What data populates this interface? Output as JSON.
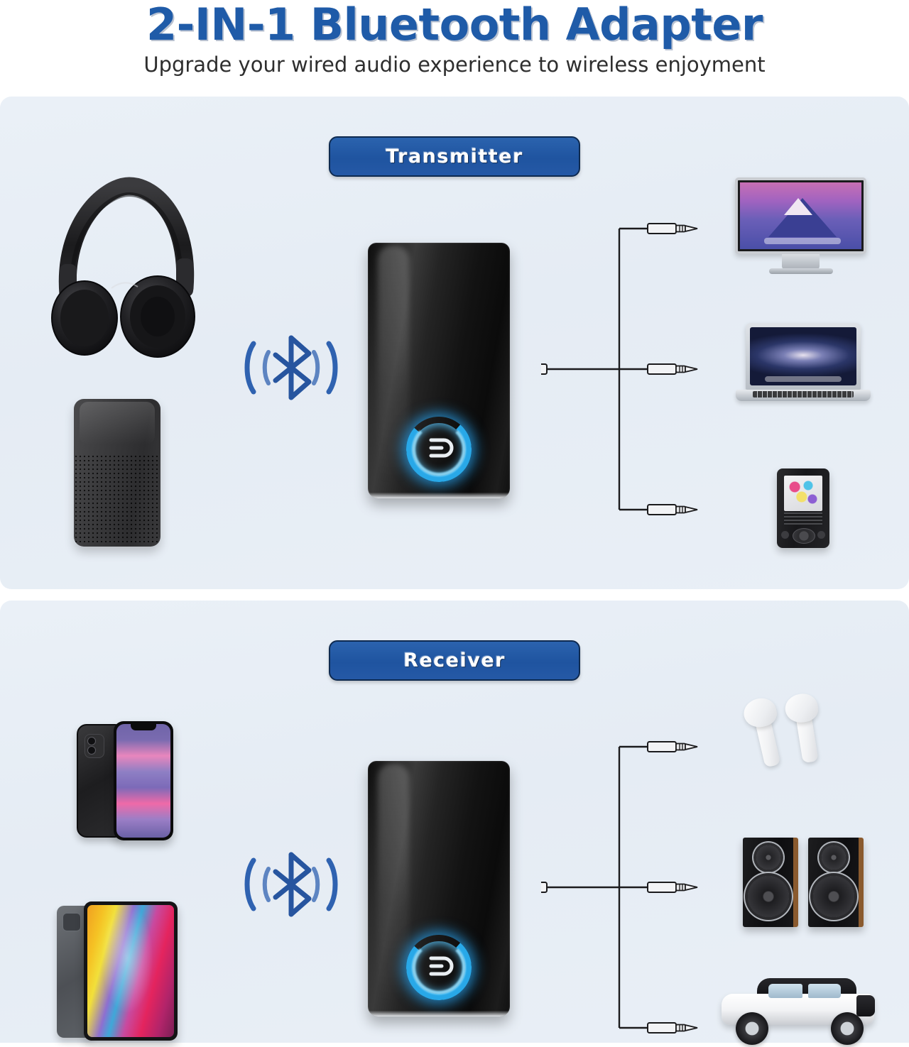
{
  "header": {
    "title": "2-IN-1 Bluetooth Adapter",
    "subtitle": "Upgrade your wired audio experience to wireless enjoyment",
    "title_color": "#1f5ba8",
    "subtitle_color": "#2e2e2e"
  },
  "theme": {
    "panel_background": "#e8eef5",
    "badge_background": "#1f54a0",
    "badge_border": "#0e2a50",
    "badge_text": "#ffffff",
    "bluetooth_blue": "#2b5fae",
    "device_glow": "#28a8e8",
    "page_background": "#ffffff"
  },
  "sections": [
    {
      "id": "transmitter",
      "badge_label": "Transmitter",
      "bluetooth_icon": "bluetooth-waves-icon",
      "device": {
        "name": "bluetooth-adapter-device",
        "indicator_icon": "power-ring-icon"
      },
      "wireless_sources": [
        {
          "name": "headphones",
          "icon": "headphones-icon"
        },
        {
          "name": "bluetooth-speaker",
          "icon": "speaker-icon"
        }
      ],
      "wired_devices": [
        {
          "name": "desktop-monitor",
          "icon": "monitor-icon"
        },
        {
          "name": "laptop",
          "icon": "laptop-icon"
        },
        {
          "name": "mp3-player",
          "icon": "mp3-player-icon"
        }
      ],
      "cable": {
        "name": "aux-cable-3.5mm",
        "plug_count": 4,
        "plug_icon": "audio-jack-icon"
      }
    },
    {
      "id": "receiver",
      "badge_label": "Receiver",
      "bluetooth_icon": "bluetooth-waves-icon",
      "device": {
        "name": "bluetooth-adapter-device",
        "indicator_icon": "power-ring-icon"
      },
      "wireless_sources": [
        {
          "name": "smartphone",
          "icon": "iphone-icon"
        },
        {
          "name": "tablet",
          "icon": "ipad-icon"
        }
      ],
      "wired_devices": [
        {
          "name": "wireless-earbuds",
          "icon": "airpods-icon"
        },
        {
          "name": "bookshelf-speakers",
          "icon": "speakers-pair-icon"
        },
        {
          "name": "car-audio",
          "icon": "car-icon"
        }
      ],
      "cable": {
        "name": "aux-cable-3.5mm",
        "plug_count": 4,
        "plug_icon": "audio-jack-icon"
      }
    }
  ]
}
